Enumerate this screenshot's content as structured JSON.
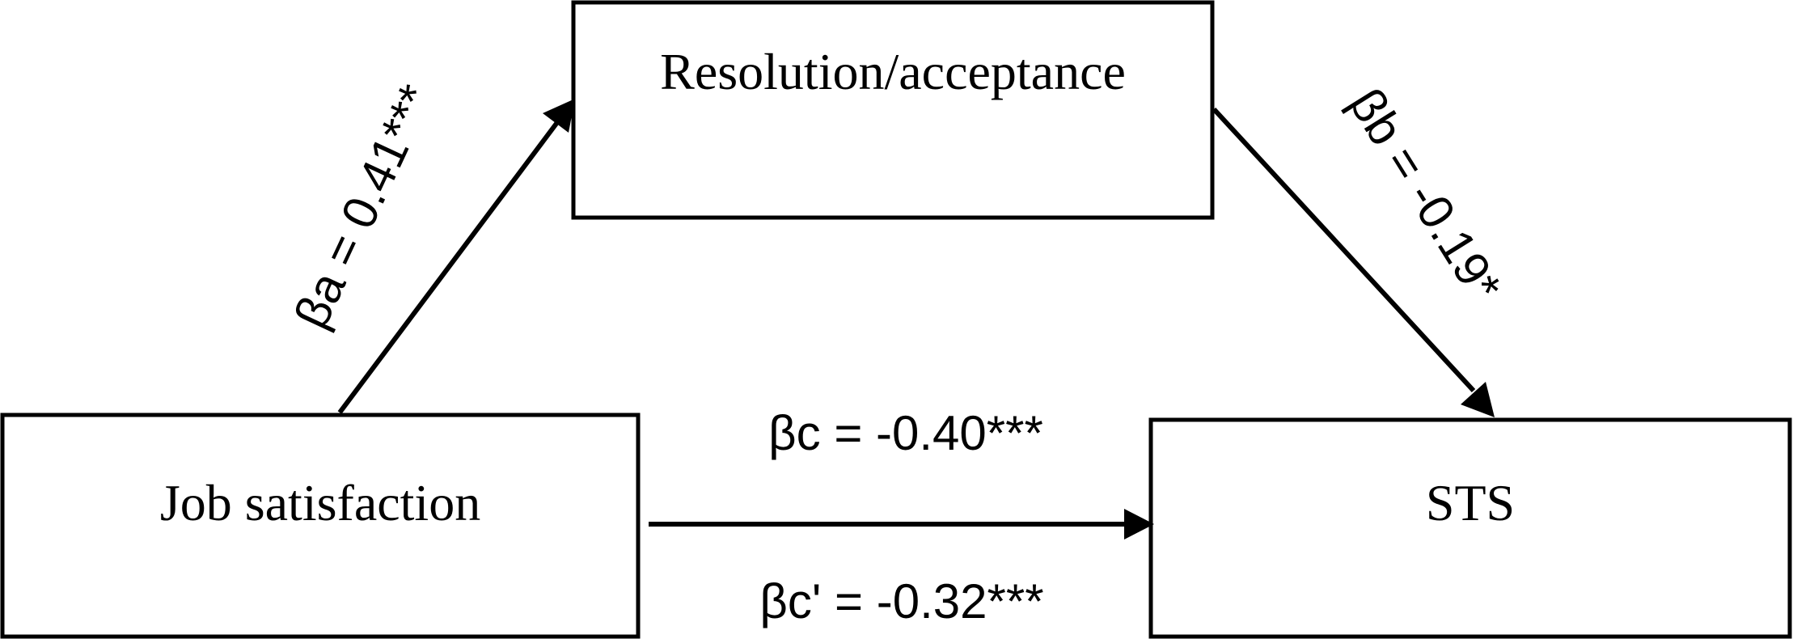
{
  "nodes": {
    "mediator": "Resolution/acceptance",
    "predictor": "Job satisfaction",
    "outcome": "STS"
  },
  "paths": {
    "a": "βa = 0.41***",
    "b": "βb = -0.19*",
    "c": "βc = -0.40***",
    "c_prime": "βc' = -0.32***"
  }
}
